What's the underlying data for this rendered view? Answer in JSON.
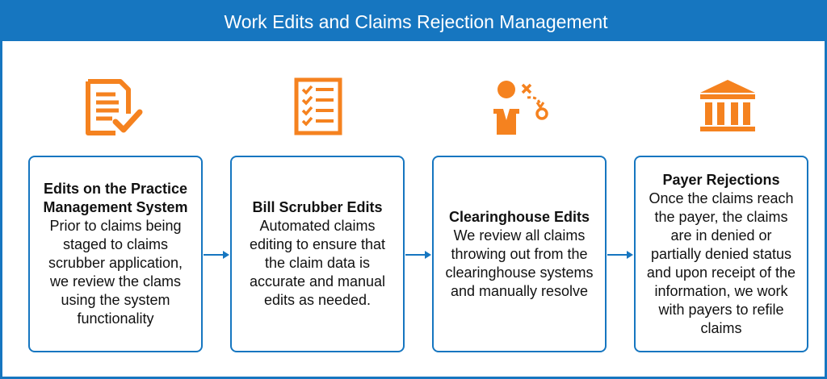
{
  "title": "Work Edits and Claims Rejection Management",
  "colors": {
    "accent": "#1676c0",
    "icon": "#f5821f"
  },
  "steps": [
    {
      "icon": "document-check-icon",
      "heading": "Edits on the Practice Management System",
      "body": "Prior to claims being staged to claims scrubber application, we review the clams using the system functionality"
    },
    {
      "icon": "checklist-icon",
      "heading": "Bill Scrubber Edits",
      "body": "Automated claims editing to ensure that the claim data is accurate and manual edits as needed."
    },
    {
      "icon": "person-strategy-icon",
      "heading": "Clearinghouse Edits",
      "body": "We review all claims throwing out from the clearinghouse systems and manually resolve"
    },
    {
      "icon": "bank-building-icon",
      "heading": "Payer Rejections",
      "body": "Once the claims reach the payer, the claims are in denied or partially denied status and upon receipt of the information, we work with payers to refile claims"
    }
  ]
}
